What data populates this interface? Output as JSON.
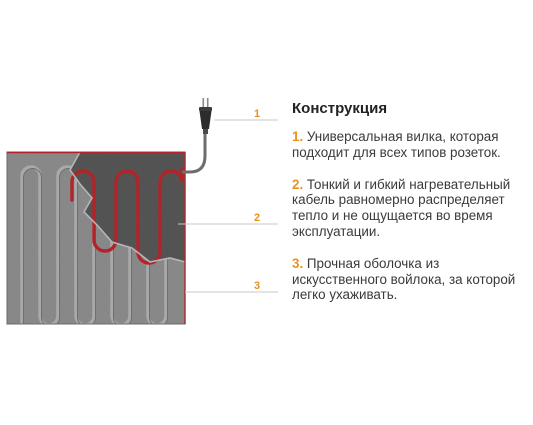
{
  "title": "Конструкция",
  "callouts": [
    "1",
    "2",
    "3"
  ],
  "items": [
    {
      "num": "1.",
      "text": "Универсальная вилка, которая подходит для всех типов розеток."
    },
    {
      "num": "2.",
      "text": "Тонкий и гибкий нагревательный кабель равномерно распределяет тепло и не ощущается во время эксплуатации."
    },
    {
      "num": "3.",
      "text": "Прочная оболочка из искусственного войлока, за которой легко ухаживать."
    }
  ],
  "colors": {
    "accent": "#e8921f",
    "cable": "#b0242a",
    "mat": "#8e8e8e",
    "inner": "#5a5a5a"
  }
}
